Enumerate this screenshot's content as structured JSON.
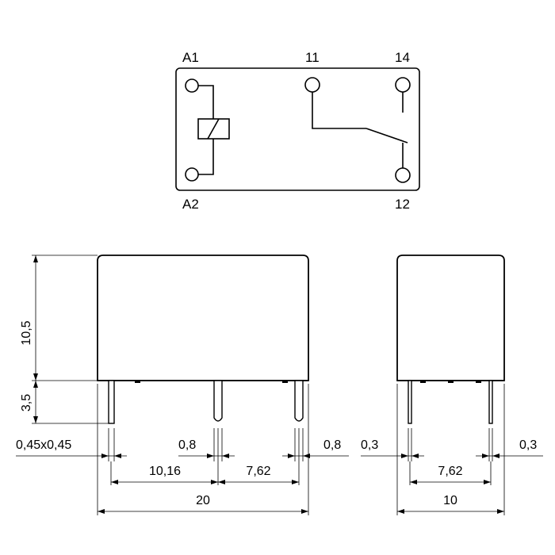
{
  "schematic": {
    "terminal_labels": {
      "a1": "A1",
      "a2": "A2",
      "t11": "11",
      "t14": "14",
      "t12": "12"
    }
  },
  "front_view": {
    "dims": {
      "height_body": "10,5",
      "height_pin": "3,5",
      "pin_size": "0,45x0,45",
      "pin_mid": "0,8",
      "pin_right": "0,8",
      "spacing_left": "10,16",
      "spacing_right": "7,62",
      "total_width": "20"
    }
  },
  "side_view": {
    "dims": {
      "pin_left": "0,3",
      "pin_right": "0,3",
      "spacing": "7,62",
      "total_width": "10"
    }
  },
  "icons": [
    "coil-symbol",
    "changeover-contact-symbol"
  ]
}
